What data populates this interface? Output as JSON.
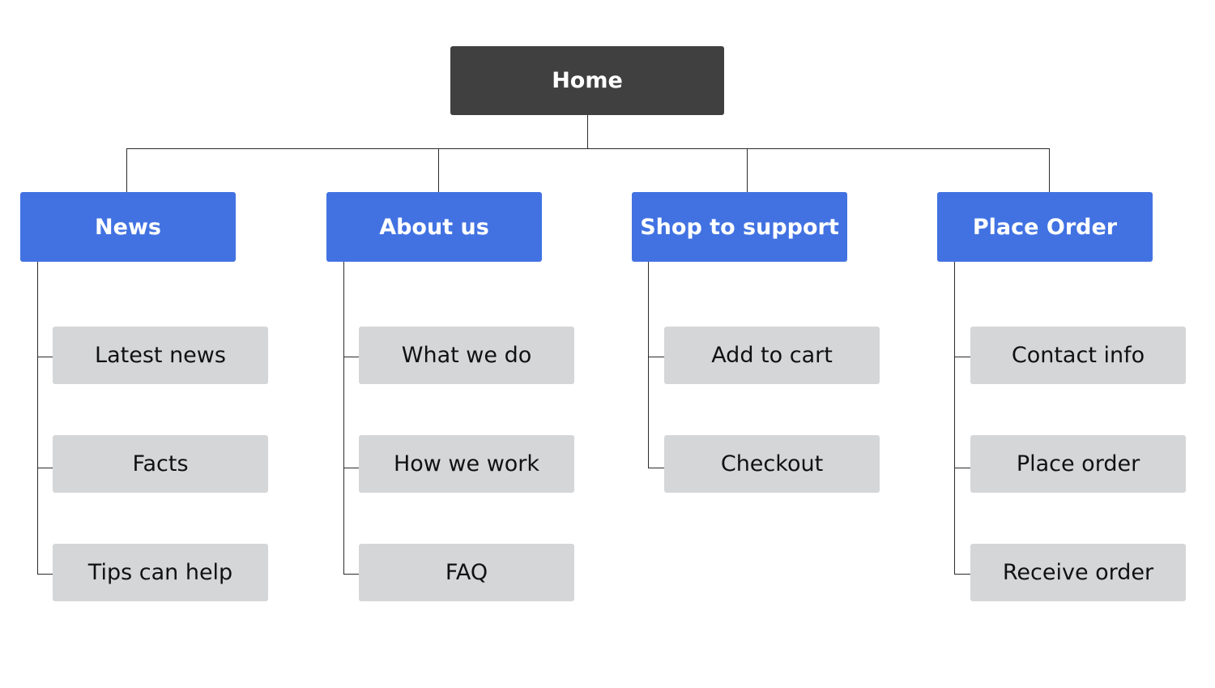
{
  "root": {
    "label": "Home",
    "color": "#404040"
  },
  "section_color": "#4272e2",
  "page_color": "#d5d6d8",
  "sections": [
    {
      "label": "News",
      "pages": [
        "Latest news",
        "Facts",
        "Tips can help"
      ]
    },
    {
      "label": "About us",
      "pages": [
        "What we do",
        "How we work",
        "FAQ"
      ]
    },
    {
      "label": "Shop to support",
      "pages": [
        "Add to cart",
        "Checkout"
      ]
    },
    {
      "label": "Place Order",
      "pages": [
        "Contact info",
        "Place order",
        "Receive order"
      ]
    }
  ]
}
